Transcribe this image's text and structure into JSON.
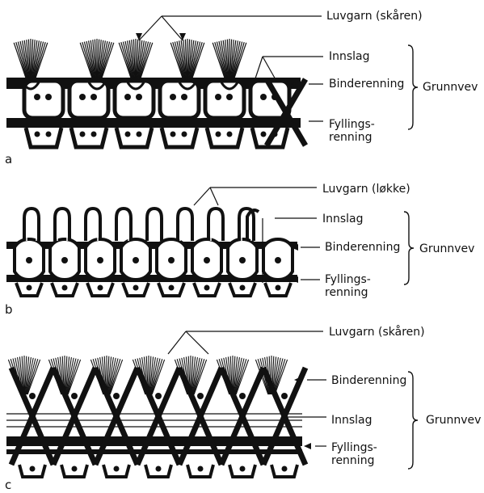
{
  "panels": [
    {
      "id": "a",
      "letter": "a",
      "pile_label": "Luvgarn (skåren)",
      "weft_label": "Innslag",
      "binder_label": "Binderenning",
      "group_label": "Grunnvev",
      "stuffer_label": "Fyllings-\nrenning"
    },
    {
      "id": "b",
      "letter": "b",
      "pile_label": "Luvgarn (løkke)",
      "weft_label": "Innslag",
      "binder_label": "Binderenning",
      "group_label": "Grunnvev",
      "stuffer_label": "Fyllings-\nrenning"
    },
    {
      "id": "c",
      "letter": "c",
      "pile_label": "Luvgarn (skåren)",
      "binder_label": "Binderenning",
      "weft_label": "Innslag",
      "group_label": "Grunnvev",
      "stuffer_label": "Fyllings-\nrenning"
    }
  ]
}
